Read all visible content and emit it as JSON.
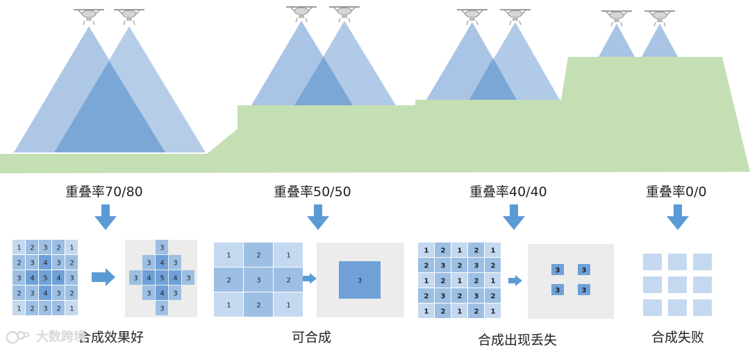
{
  "scenarios": [
    {
      "overlap_label": "重叠率70/80",
      "result_label": "合成效果好"
    },
    {
      "overlap_label": "重叠率50/50",
      "result_label": "可合成"
    },
    {
      "overlap_label": "重叠率40/40",
      "result_label": "合成出现丢失"
    },
    {
      "overlap_label": "重叠率0/0",
      "result_label": "合成失败"
    }
  ],
  "grids": {
    "g1": [
      [
        1,
        2,
        3,
        2,
        1
      ],
      [
        2,
        3,
        4,
        3,
        2
      ],
      [
        3,
        4,
        5,
        4,
        3
      ],
      [
        2,
        3,
        4,
        3,
        2
      ],
      [
        1,
        2,
        3,
        2,
        1
      ]
    ],
    "g1_result": [
      [
        "",
        "",
        "3",
        "",
        ""
      ],
      [
        "",
        "3",
        "4",
        "3",
        ""
      ],
      [
        "3",
        "4",
        "5",
        "4",
        "3"
      ],
      [
        "",
        "3",
        "4",
        "3",
        ""
      ],
      [
        "",
        "",
        "3",
        "",
        ""
      ]
    ],
    "g2": [
      [
        1,
        2,
        1
      ],
      [
        2,
        3,
        2
      ],
      [
        1,
        2,
        1
      ]
    ],
    "g2_result": "3",
    "g3": [
      [
        1,
        2,
        1,
        2,
        1
      ],
      [
        2,
        3,
        2,
        3,
        2
      ],
      [
        1,
        2,
        1,
        2,
        1
      ],
      [
        2,
        3,
        2,
        3,
        2
      ],
      [
        1,
        2,
        1,
        2,
        1
      ]
    ],
    "g3_result": [
      "3",
      "3",
      "3",
      "3"
    ]
  },
  "watermark": "大数跨境",
  "colors": {
    "ground": "#c5dfb4",
    "beam_light": "#a9c4e4",
    "beam_overlap": "#7ba7d6",
    "arrow": "#5b9bd5",
    "cell_light": "#c4d9ef",
    "cell_mid": "#9dbfe3",
    "cell_dark": "#6fa1d8",
    "panel_bg": "#ececec"
  }
}
